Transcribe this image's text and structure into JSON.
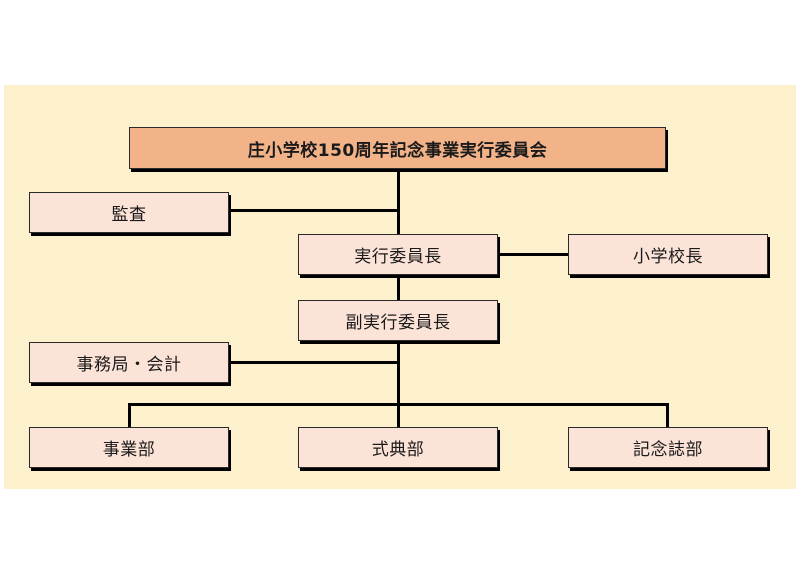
{
  "diagram": {
    "title": "庄小学校150周年記念事業実行委員会",
    "nodes": {
      "audit": "監査",
      "chair": "実行委員長",
      "principal": "小学校長",
      "vice_chair": "副実行委員長",
      "secretariat": "事務局・会計",
      "projects": "事業部",
      "ceremony": "式典部",
      "commemorative_magazine": "記念誌部"
    },
    "edges": [
      {
        "from": "title",
        "to": "chair"
      },
      {
        "from": "audit",
        "to": "chair"
      },
      {
        "from": "chair",
        "to": "principal"
      },
      {
        "from": "chair",
        "to": "vice_chair"
      },
      {
        "from": "vice_chair",
        "to": "secretariat"
      },
      {
        "from": "vice_chair",
        "to": "projects"
      },
      {
        "from": "vice_chair",
        "to": "ceremony"
      },
      {
        "from": "vice_chair",
        "to": "commemorative_magazine"
      }
    ]
  },
  "colors": {
    "background_panel": "#fdf0cc",
    "title_box": "#f3b389",
    "node_box": "#fce3d8",
    "connector": "#000000"
  }
}
